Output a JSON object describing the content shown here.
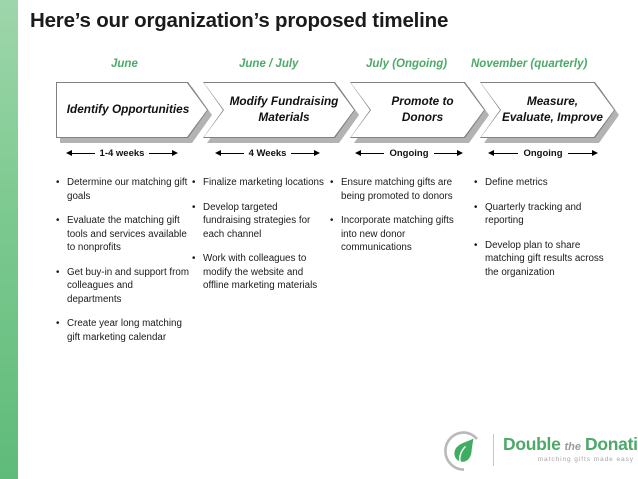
{
  "slide": {
    "title": "Here’s our organization’s proposed timeline",
    "accent_green": "#4da968",
    "accent_bar_gradient_top": "#9ed6ab",
    "accent_bar_gradient_bottom": "#5fbb79"
  },
  "timeline": {
    "phases": [
      {
        "date": "June",
        "name": "Identify Opportunities",
        "duration": "1-4 weeks",
        "bullets": [
          "Determine our matching gift goals",
          "Evaluate the matching gift tools and services available to nonprofits",
          "Get buy-in and support from colleagues and departments",
          "Create year long matching gift marketing calendar"
        ]
      },
      {
        "date": "June / July",
        "name": "Modify Fundraising Materials",
        "duration": "4 Weeks",
        "bullets": [
          "Finalize marketing locations",
          "Develop targeted fundraising strategies for each channel",
          "Work with colleagues to modify the website and offline marketing materials"
        ]
      },
      {
        "date": "July (Ongoing)",
        "name": "Promote to Donors",
        "duration": "Ongoing",
        "bullets": [
          "Ensure matching gifts are being promoted to donors",
          "Incorporate matching gifts into new donor communications"
        ]
      },
      {
        "date": "November (quarterly)",
        "name": "Measure, Evaluate, Improve",
        "duration": "Ongoing",
        "bullets": [
          "Define metrics",
          "Quarterly tracking and reporting",
          "Develop plan to share matching gift results across the organization"
        ]
      }
    ]
  },
  "logo": {
    "word_1": "Double",
    "word_the": "the",
    "word_2": "Donation",
    "tagline": "matching gifts made easy",
    "brand_green": "#4da968",
    "tagline_gray": "#a6a6a6"
  }
}
